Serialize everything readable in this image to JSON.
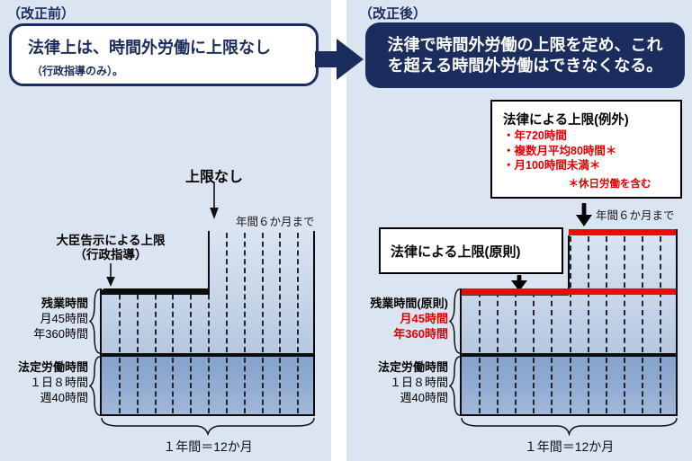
{
  "colors": {
    "navy": "#1b2d5e",
    "red": "#ee0a0a",
    "panel_bg": "#dbe5f1",
    "band_upper": "#c5d4e7",
    "band_lower": "#93add2"
  },
  "left_panel": {
    "header": "（改正前）",
    "callout": {
      "line1": "法律上は、時間外労働に上限なし",
      "line2": "（行政指導のみ）。"
    },
    "no_limit_label": "上限なし",
    "minister_label": {
      "line1": "大臣告示による上限",
      "line2": "（行政指導）"
    },
    "six_months_label": "年間６か月まで",
    "overtime_label": {
      "title": "残業時間",
      "line1": "月45時間",
      "line2": "年360時間"
    },
    "statutory_label": {
      "title": "法定労働時間",
      "line1": "１日８時間",
      "line2": "週40時間"
    },
    "year_label": "１年間＝12か月"
  },
  "right_panel": {
    "header": "（改正後）",
    "callout": {
      "line1": "法律で時間外労働の上限を定め、これ",
      "line2": "を超える時間外労働はできなくなる。"
    },
    "exception_box": {
      "title": "法律による上限(例外)",
      "items": [
        "・年720時間",
        "・複数月平均80時間＊",
        "・月100時間未満＊"
      ],
      "note": "＊休日労働を含む"
    },
    "principle_box_label": "法律による上限(原則)",
    "six_months_label": "年間６か月まで",
    "overtime_label": {
      "title": "残業時間(原則)",
      "line1": "月45時間",
      "line2": "年360時間"
    },
    "statutory_label": {
      "title": "法定労働時間",
      "line1": "１日８時間",
      "line2": "週40時間"
    },
    "year_label": "１年間＝12か月"
  }
}
